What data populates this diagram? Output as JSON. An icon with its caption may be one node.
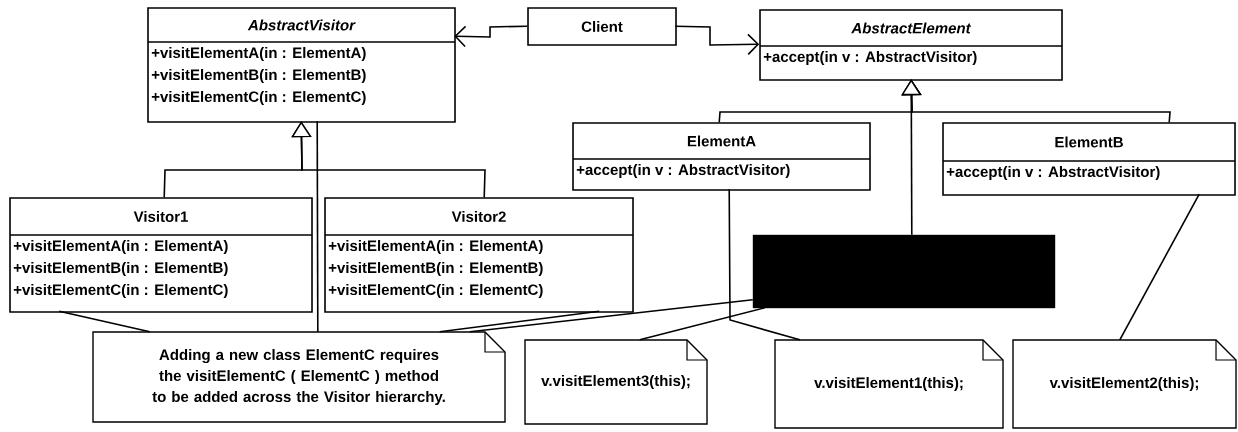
{
  "diagram": {
    "nodes": [
      {
        "text": [
          "AbstractVisitor",
          "+visitElementA(in : ElementA)",
          "+visitElementB(in : ElementB)",
          "+visitElementC(in : ElementC)"
        ]
      },
      {
        "text": [
          "Client"
        ]
      },
      {
        "text": [
          "AbstractElement",
          "+accept(in v : AbstractVisitor)"
        ]
      },
      {
        "text": [
          "ElementA",
          "+accept(in v : AbstractVisitor)"
        ]
      },
      {
        "text": [
          "ElementB",
          "+accept(in v : AbstractVisitor)"
        ]
      },
      {
        "text": [
          "Visitor1",
          "+visitElementA(in : ElementA)",
          "+visitElementB(in : ElementB)",
          "+visitElementC(in : ElementC)"
        ]
      },
      {
        "text": [
          "Visitor2",
          "+visitElementA(in : ElementA)",
          "+visitElementB(in : ElementB)",
          "+visitElementC(in : ElementC)"
        ]
      },
      {
        "text": [],
        "shape": "box"
      },
      {
        "text": [
          "Adding a new class ElementC requires the visitElementC ( ElementC ) method to be added across the Visitor hierarchy."
        ]
      },
      {
        "text": [
          "v.visitElement3(this);"
        ]
      },
      {
        "text": [
          "v.visitElement1(this);"
        ]
      },
      {
        "text": [
          "v.visitElement2(this);"
        ]
      }
    ],
    "edges": [
      {
        "from": 1,
        "to": 0,
        "arrow": "to"
      },
      {
        "from": 1,
        "to": 2,
        "arrow": "to"
      },
      {
        "from": 5,
        "to": 0,
        "arrow": "to"
      },
      {
        "from": 6,
        "to": 0,
        "arrow": "to"
      },
      {
        "from": 3,
        "to": 2,
        "arrow": "to"
      },
      {
        "from": 4,
        "to": 2,
        "arrow": "to"
      },
      {
        "from": 7,
        "to": 2,
        "arrow": "to"
      },
      {
        "from": 8,
        "to": 0,
        "arrow": "none"
      },
      {
        "from": 8,
        "to": 5,
        "arrow": "none"
      },
      {
        "from": 8,
        "to": 6,
        "arrow": "none"
      },
      {
        "from": 8,
        "to": 7,
        "arrow": "none"
      },
      {
        "from": 9,
        "to": 7,
        "arrow": "none"
      },
      {
        "from": 10,
        "to": 3,
        "arrow": "none"
      },
      {
        "from": 11,
        "to": 4,
        "arrow": "none"
      }
    ]
  }
}
